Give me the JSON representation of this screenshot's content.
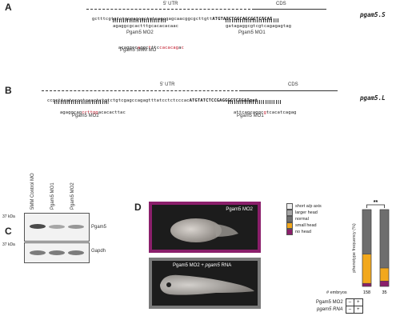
{
  "panels": {
    "a": "A",
    "b": "B",
    "c": "C",
    "d": "D"
  },
  "panel_a": {
    "utr_label": "5' UTR",
    "cds_label": "CDS",
    "gene": "pgam5.S",
    "seq_lower": "gctttcgtgtctgcgagcgctgtcagcgagcaacggcgcttgtt",
    "seq_upper": "ATGTATCTCGCAGCGCTCTCAT",
    "mo2_seq": "agaggcgcactttgcacacacaac",
    "mo2_label": "Pgam5 MO2",
    "mo1_seq": "gatagaggcgtcgtcagagagtag",
    "mo1_label": "Pgam5 MO1",
    "mm_seq_1": "acaggcc",
    "mm_seq_r1": "a",
    "mm_seq_2": "ggc",
    "mm_seq_r2": "t",
    "mm_seq_3": "ttc",
    "mm_seq_r3": "cacacag",
    "mm_seq_4": "a",
    "mm_seq_r4": "c",
    "mm_label": "Pgam5 5MM MO"
  },
  "panel_b": {
    "utr_label": "5' UTR",
    "cds_label": "CDS",
    "gene": "pgam5.L",
    "seq_lower": "ccgcttcatcccctcaactctgtctgtcgagccagagtttatcctctcccac",
    "seq_upper": "ATGTATCTCCGAGGGCTCTGATgat",
    "mo2_seq_1": "agaggcag",
    "mo2_seq_r1": "ccttgg",
    "mo2_seq_2": "acacacttac",
    "mo2_label": "Pgam5 MO2",
    "mo1_seq_1": "attcagcaggc",
    "mo1_seq_r1": "g",
    "mo1_seq_2": "tcacatcagag",
    "mo1_label": "Pgam5 MO1"
  },
  "panel_c": {
    "lanes": [
      "5MM Control MO",
      "Pgam5 MO1",
      "Pgam5 MO2"
    ],
    "marker_top": "37 kDa",
    "marker_bottom": "37 kDa",
    "row_top": "Pgam5",
    "row_bottom": "Gapdh",
    "pgam5_band_intensity": [
      1.0,
      0.45,
      0.55
    ],
    "gapdh_band_intensity": [
      0.7,
      0.7,
      0.7
    ]
  },
  "panel_d": {
    "photo_top_label": "Pgam5 MO2",
    "photo_bottom_label_1": "Pgam5 MO2 + ",
    "photo_bottom_label_2": "pgam5",
    "photo_bottom_label_3": " RNA",
    "photo_top_border": "#8b1f6b",
    "photo_bottom_border": "#7a7a7a"
  },
  "chart_data": {
    "type": "bar",
    "stacked": true,
    "ylabel": "phenotype frequency (%)",
    "ylim": [
      0,
      100
    ],
    "categories": [
      "158",
      "35"
    ],
    "count_label": "# embryos",
    "significance": "**",
    "series": [
      {
        "name": "short a/p axis",
        "color": "#ededed",
        "values": [
          0,
          0
        ]
      },
      {
        "name": "larger head",
        "color": "#a5a5a5",
        "values": [
          0,
          0
        ]
      },
      {
        "name": "normal",
        "color": "#6e6e6e",
        "values": [
          58,
          76
        ]
      },
      {
        "name": "small head",
        "color": "#f2a81c",
        "values": [
          38,
          17
        ]
      },
      {
        "name": "no head",
        "color": "#8b1f6b",
        "values": [
          4,
          7
        ]
      }
    ],
    "conditions": [
      {
        "label": "Pgam5 MO2",
        "values": [
          "–",
          "+"
        ]
      },
      {
        "label": "pgam5 RNA",
        "values": [
          "–",
          "+"
        ]
      }
    ]
  }
}
